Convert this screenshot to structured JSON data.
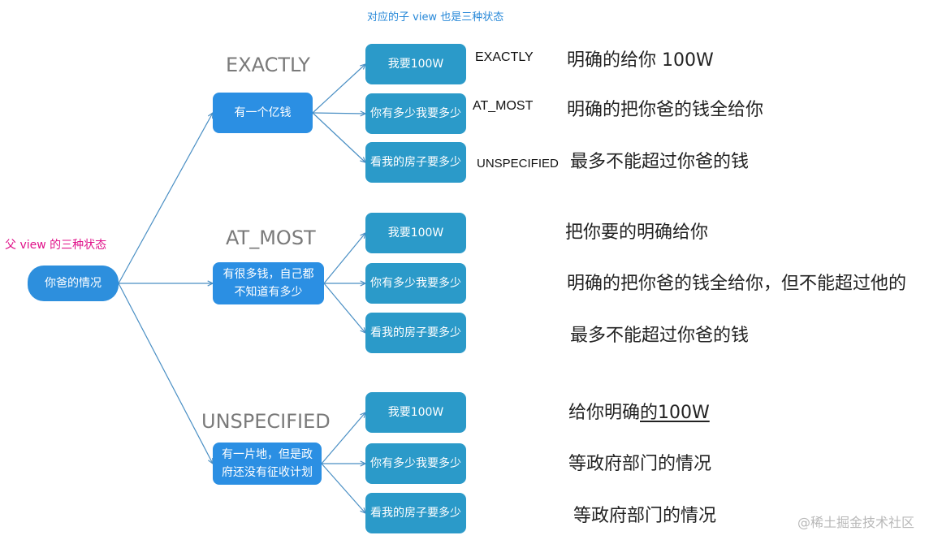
{
  "top_title": "对应的子 view 也是三种状态",
  "left_title": "父 view 的三种状态",
  "root": "你爸的情况",
  "branches": [
    {
      "mode": "EXACTLY",
      "node": "有一个亿钱",
      "children": [
        "我要100W",
        "你有多少我要多少",
        "看我的房子要多少"
      ],
      "child_modes": [
        "EXACTLY",
        "AT_MOST",
        "UNSPECIFIED"
      ],
      "descriptions": [
        "明确的给你 100W",
        "明确的把你爸的钱全给你",
        "最多不能超过你爸的钱"
      ]
    },
    {
      "mode": "AT_MOST",
      "node": "有很多钱，自己都不知道有多少",
      "children": [
        "我要100W",
        "你有多少我要多少",
        "看我的房子要多少"
      ],
      "descriptions": [
        "把你要的明确给你",
        "明确的把你爸的钱全给你，但不能超过他的",
        "最多不能超过你爸的钱"
      ]
    },
    {
      "mode": "UNSPECIFIED",
      "node": "有一片地，但是政府还没有征收计划",
      "children": [
        "我要100W",
        "你有多少我要多少",
        "看我的房子要多少"
      ],
      "descriptions": [
        {
          "plain": "给你明确",
          "underlined": "的100W"
        },
        "等政府部门的情况",
        "等政府部门的情况"
      ]
    }
  ],
  "watermark": "@稀土掘金技术社区",
  "colors": {
    "root": "#2d8fdd",
    "mid_node": "#2b8fe3",
    "leaf_node": "#2b9ac9",
    "edge": "#4a8fc4",
    "mode_text": "#7a7a7a",
    "top_title": "#2788d8",
    "left_title": "#e0128a"
  }
}
